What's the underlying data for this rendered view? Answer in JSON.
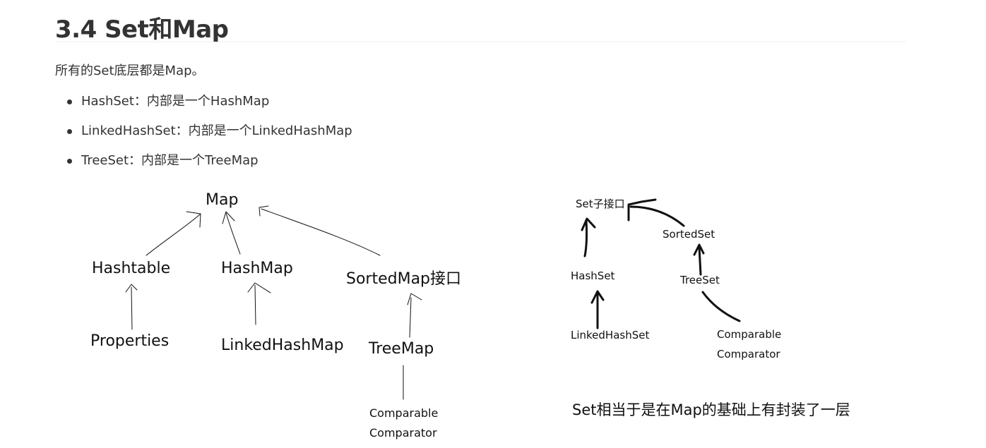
{
  "heading": "3.4 Set和Map",
  "intro": "所有的Set底层都是Map。",
  "bullets": [
    "HashSet：内部是一个HashMap",
    "LinkedHashSet：内部是一个LinkedHashMap",
    "TreeSet：内部是一个TreeMap"
  ],
  "map_diagram": {
    "root": "Map",
    "hashtable": "Hashtable",
    "properties": "Properties",
    "hashmap": "HashMap",
    "linkedhashmap": "LinkedHashMap",
    "sortedmap": "SortedMap接口",
    "treemap": "TreeMap",
    "comparable": "Comparable",
    "comparator": "Comparator"
  },
  "set_diagram": {
    "root": "Set子接口",
    "sortedset": "SortedSet",
    "hashset": "HashSet",
    "treeset": "TreeSet",
    "linkedhashset": "LinkedHashSet",
    "comparable": "Comparable",
    "comparator": "Comparator"
  },
  "caption": "Set相当于是在Map的基础上有封装了一层"
}
